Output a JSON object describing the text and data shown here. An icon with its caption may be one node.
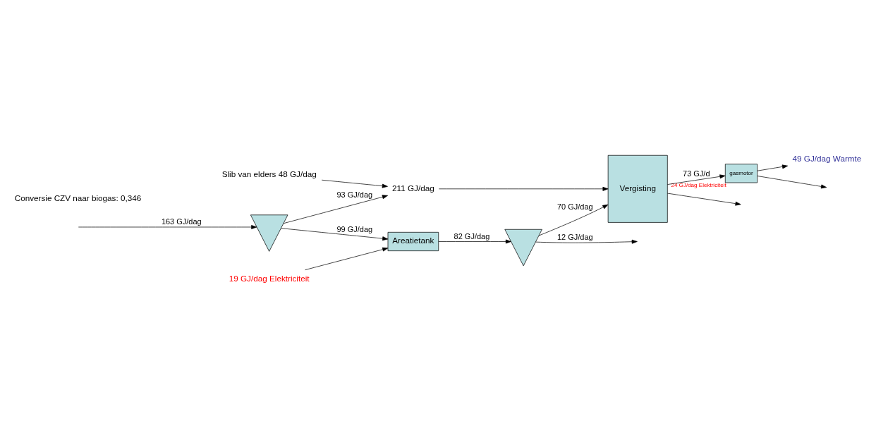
{
  "diagram": {
    "nodes": [
      {
        "text": [],
        "shape": "triangle"
      },
      {
        "text": [
          "Areatietank"
        ]
      },
      {
        "text": [],
        "shape": "triangle"
      },
      {
        "text": [
          "Vergisting"
        ]
      },
      {
        "text": [
          "gasmotor"
        ],
        "beside": [
          "24 GJ/dag Elektriciteit"
        ]
      },
      {
        "text": [
          "19 GJ/dag Elektriciteit"
        ]
      },
      {
        "text": [
          "Slib van elders 48 GJ/dag"
        ]
      },
      {
        "text": [
          "211 GJ/dag"
        ]
      },
      {
        "text": [
          "49 GJ/dag Warmte"
        ]
      }
    ],
    "edges": [
      {
        "from": null,
        "to": 0,
        "arrow": "to",
        "label": "163 GJ/dag"
      },
      {
        "from": 0,
        "to": 1,
        "arrow": "to",
        "label": "99 GJ/dag"
      },
      {
        "from": 1,
        "to": 2,
        "arrow": "to",
        "label": "82 GJ/dag"
      },
      {
        "from": 2,
        "to": null,
        "arrow": "to",
        "label": "12 GJ/dag"
      },
      {
        "from": 5,
        "to": 1,
        "arrow": "to"
      },
      {
        "from": 0,
        "to": 7,
        "arrow": "to",
        "label": "93 GJ/dag"
      },
      {
        "from": 6,
        "to": 7,
        "arrow": "to"
      },
      {
        "from": 7,
        "to": 3,
        "arrow": "to"
      },
      {
        "from": 2,
        "to": 3,
        "arrow": "to",
        "label": "70 GJ/dag"
      },
      {
        "from": 3,
        "to": 4,
        "arrow": "to",
        "label": "73 GJ/d"
      },
      {
        "from": 4,
        "to": 8,
        "arrow": "to"
      },
      {
        "from": 4,
        "to": null,
        "arrow": "to"
      },
      {
        "from": 3,
        "to": null,
        "arrow": "to"
      }
    ],
    "labels": [
      "Conversie CZV naar biogas: 0,346"
    ]
  }
}
